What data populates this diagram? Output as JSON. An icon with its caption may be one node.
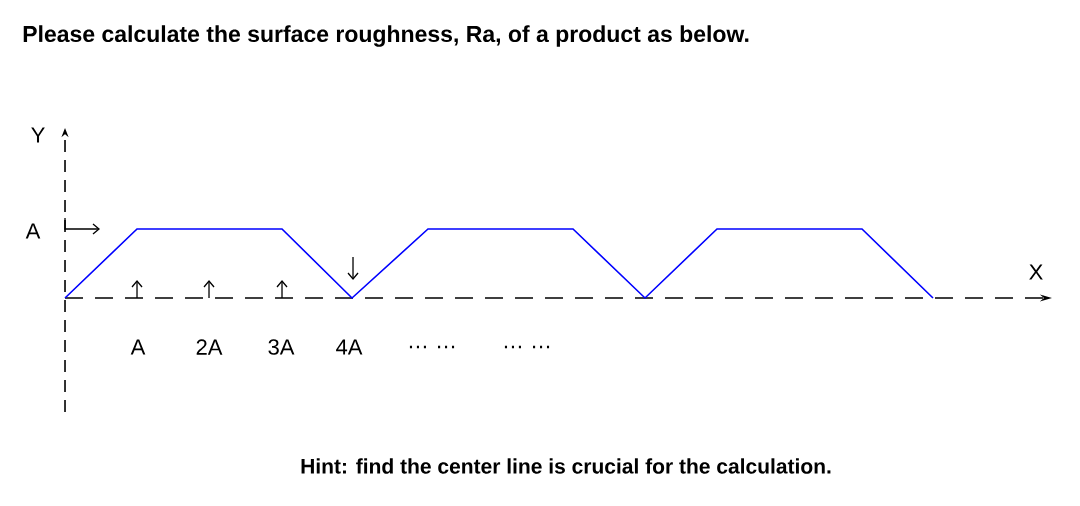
{
  "diagram": {
    "title": "Please calculate the surface roughness, Ra, of a product as below.",
    "labels": [
      "Y",
      "A",
      "X",
      "A",
      "2A",
      "3A",
      "4A",
      "… …",
      "… …"
    ],
    "caption": "Hint: find the center line is crucial for the calculation."
  }
}
